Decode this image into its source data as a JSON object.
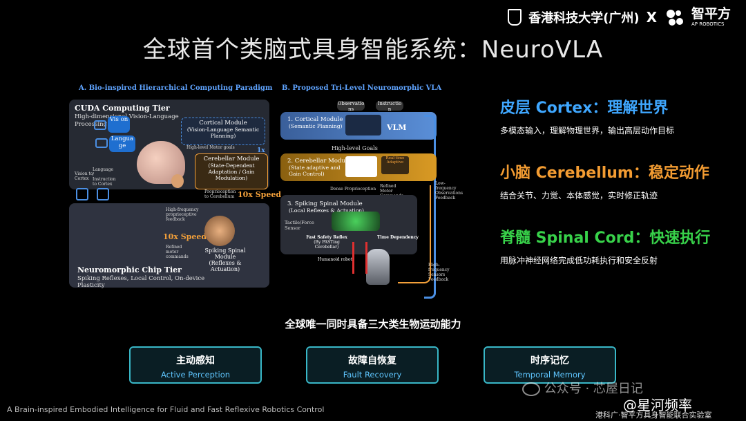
{
  "header": {
    "university": "香港科技大学(广州)",
    "cross": "X",
    "company": "智平方",
    "company_sub": "AP ROBOTICS",
    "title": "全球首个类脑式具身智能系统：NeuroVLA"
  },
  "figure": {
    "panel_a_title": "A. Bio-inspired Hierarchical Computing Paradigm",
    "panel_b_title": "B. Proposed Tri-Level Neuromorphic VLA",
    "cuda_tier": "CUDA Computing Tier",
    "cuda_sub1": "High-dimensional Vision-Language",
    "cuda_sub2": "Processing",
    "vision_chip": "Vis on",
    "language_chip": "Langua ge",
    "cortical_module": "Cortical Module",
    "cortical_desc": "(Vision-Language Semantic Planning)",
    "speed_1x": "1x",
    "high_level_goals": "High-level Motor goals",
    "cerebellar_module": "Cerebellar Module",
    "cerebellar_desc": "(State-Dependent Adaptation / Gain Modulation)",
    "speed_10x_a": "10x Speed",
    "proprio_to_cerebellum": "Proprioception to Cerebellum",
    "vision_to_cortex": "Vision to Cortex",
    "language_to_cortex": "Language / Instruction to Cortex",
    "hf_proprio": "High-frequency proprioceptive feedback",
    "speed_10x_b": "10x Speed",
    "refined_motor": "Refined motor commands",
    "spinal_module": "Spiking Spinal Module",
    "spinal_desc": "(Reflexes & Actuation)",
    "neuro_tier": "Neuromorphic Chip Tier",
    "neuro_sub1": "Spiking Reflexes, Local Control, On-device",
    "neuro_sub2": "Plasticity",
    "observation_tag": "Observatio ns",
    "instruction_tag": "Instructio n",
    "b_cortical": "1. Cortical Module",
    "b_cortical_sub": "(Semantic Planning)",
    "vlm": "VLM",
    "high_level_goals_b": "High-level Goals",
    "b_cerebellar": "2. Cerebellar Module",
    "b_cerebellar_sub1": "(State adaptive and",
    "b_cerebellar_sub2": "Gain Control)",
    "realtime": "Real-time Adaptive",
    "dense_proprio": "Dense Proprioception",
    "refined_motor_b": "Refined Motor Commands",
    "low_freq": "Low-frequency Observations Feedback",
    "b_spinal": "3. Spiking Spinal Module",
    "b_spinal_sub": "(Local Reflexes & Actuation)",
    "tactile": "Tactile/Force Sensor",
    "fast_safety": "Fast Safety Reflex",
    "fast_safety_sub": "(By PASTing Cerebellar)",
    "time_dep": "Time Dependency",
    "humanoid": "Humanoid robot",
    "hf_sensors": "High-frequency Sensors Feedback"
  },
  "sections": [
    {
      "heading": "皮层 Cortex：理解世界",
      "color": "#3fa7ff",
      "desc": "多模态输入，理解物理世界，输出高层动作目标"
    },
    {
      "heading": "小脑 Cerebellum：稳定动作",
      "color": "#f39c32",
      "desc": "结合关节、力觉、本体感觉，实时修正轨迹"
    },
    {
      "heading": "脊髓 Spinal Cord：快速执行",
      "color": "#38d24a",
      "desc": "用脉冲神经网络完成低功耗执行和安全反射"
    }
  ],
  "tagline": "全球唯一同时具备三大类生物运动能力",
  "capabilities": [
    {
      "cn": "主动感知",
      "en": "Active Perception"
    },
    {
      "cn": "故障自恢复",
      "en": "Fault Recovery"
    },
    {
      "cn": "时序记忆",
      "en": "Temporal Memory"
    }
  ],
  "footer": "A Brain-inspired Embodied Intelligence for Fluid and Fast Reflexive Robotics Control",
  "watermarks": {
    "wechat": "公众号 · 芯屋日记",
    "weibo": "@星河频率",
    "lab": "港科广·智平方具身智能联合实验室"
  }
}
